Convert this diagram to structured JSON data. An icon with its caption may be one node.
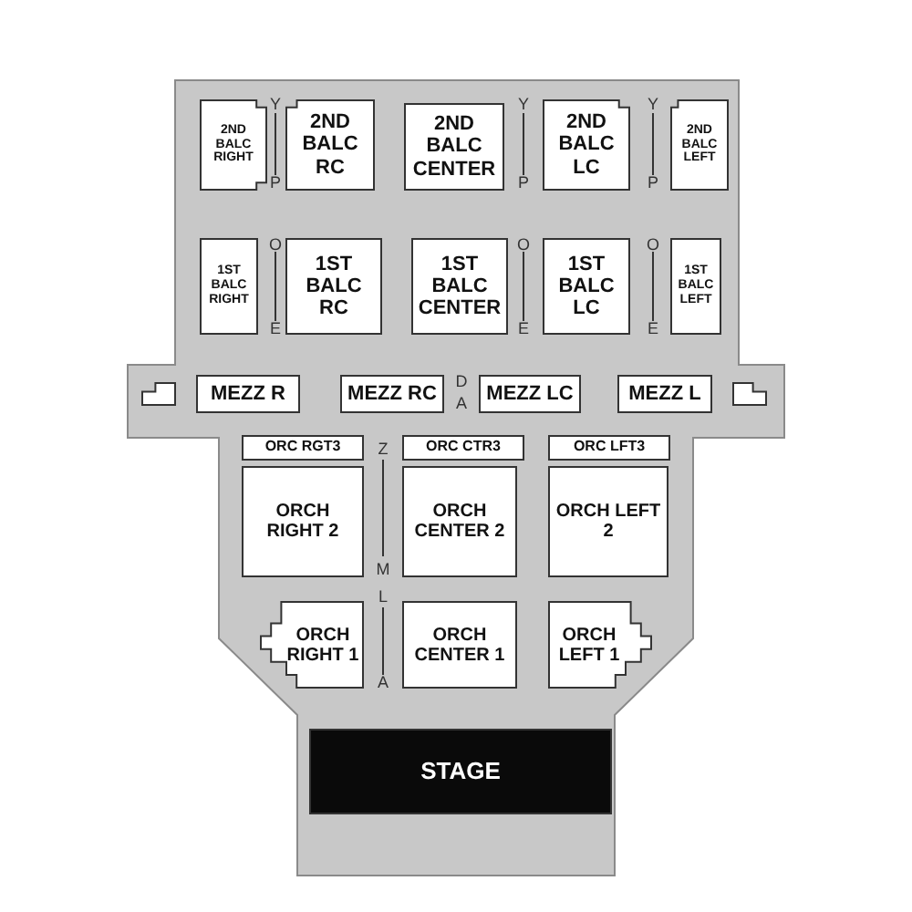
{
  "diagram": {
    "nodes": [
      {
        "text": [
          "2ND BALC RIGHT"
        ]
      },
      {
        "text": [
          "2ND BALC RC"
        ]
      },
      {
        "text": [
          "2ND BALC CENTER"
        ]
      },
      {
        "text": [
          "2ND BALC LC"
        ]
      },
      {
        "text": [
          "2ND BALC LEFT"
        ]
      },
      {
        "text": [
          "1ST BALC RIGHT"
        ]
      },
      {
        "text": [
          "1ST BALC RC"
        ]
      },
      {
        "text": [
          "1ST BALC CENTER"
        ]
      },
      {
        "text": [
          "1ST BALC LC"
        ]
      },
      {
        "text": [
          "1ST BALC LEFT"
        ]
      },
      {
        "text": [],
        "shape": "box"
      },
      {
        "text": [
          "MEZZ R"
        ]
      },
      {
        "text": [
          "MEZZ RC"
        ]
      },
      {
        "text": [
          "MEZZ LC"
        ]
      },
      {
        "text": [
          "MEZZ L"
        ]
      },
      {
        "text": [],
        "shape": "box"
      },
      {
        "text": [
          "ORC RGT3"
        ]
      },
      {
        "text": [
          "ORC CTR3"
        ]
      },
      {
        "text": [
          "ORC LFT3"
        ]
      },
      {
        "text": [
          "ORCH RIGHT 2"
        ]
      },
      {
        "text": [
          "ORCH CENTER 2"
        ]
      },
      {
        "text": [
          "ORCH LEFT 2"
        ]
      },
      {
        "text": [
          "ORCH RIGHT 1"
        ]
      },
      {
        "text": [
          "ORCH CENTER 1"
        ]
      },
      {
        "text": [
          "ORCH LEFT 1"
        ]
      },
      {
        "text": [
          "STAGE"
        ]
      }
    ],
    "edges": [],
    "labels": [
      "Y",
      "Y",
      "Y",
      "P",
      "P",
      "P",
      "O",
      "O",
      "O",
      "E",
      "E",
      "E",
      "D",
      "A",
      "Z",
      "M",
      "L",
      "A"
    ]
  }
}
